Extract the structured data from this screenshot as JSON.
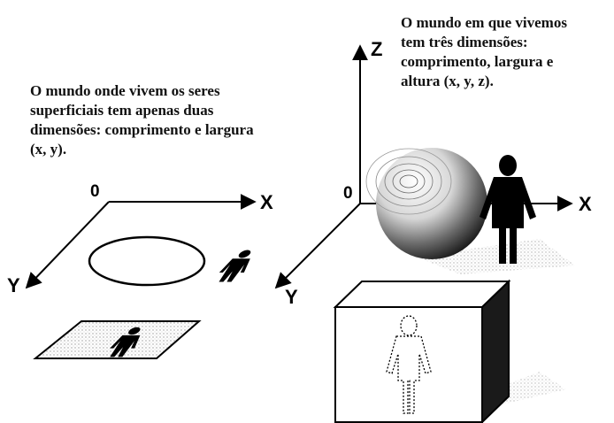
{
  "left_panel": {
    "caption": [
      "O mundo onde vivem os seres",
      "superficiais tem apenas duas",
      "dimensões: comprimento e largura",
      "(x, y)."
    ],
    "axes": {
      "origin": "0",
      "x": "X",
      "y": "Y"
    }
  },
  "right_panel": {
    "caption": [
      "O mundo em que vivemos",
      "tem três dimensões:",
      "comprimento, largura e",
      "altura (x, y, z)."
    ],
    "axes": {
      "origin": "0",
      "x": "X",
      "y": "Y",
      "z": "Z"
    }
  },
  "icons": [
    "flat-person-icon",
    "ellipse-shape",
    "flat-square-with-person",
    "sphere-shape",
    "standing-person-icon",
    "cube-with-dotted-person"
  ]
}
